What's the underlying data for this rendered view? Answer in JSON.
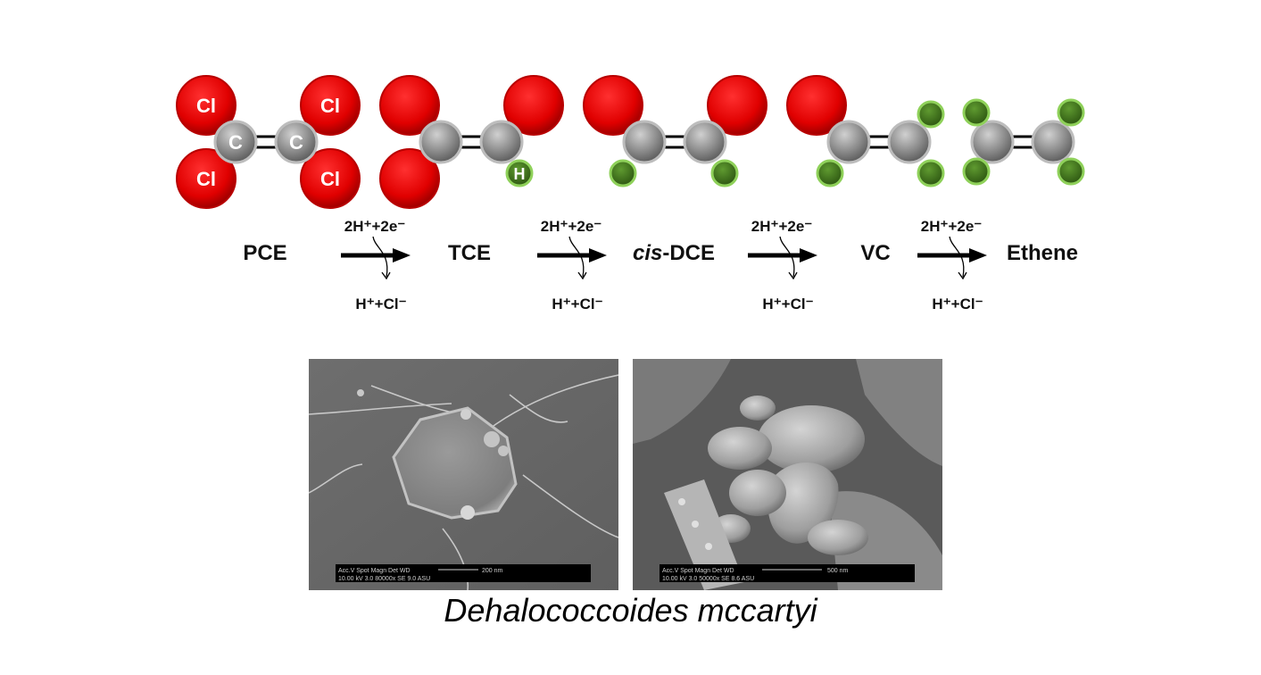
{
  "compounds": [
    {
      "id": "pce",
      "label": "PCE"
    },
    {
      "id": "tce",
      "label": "TCE"
    },
    {
      "id": "cis-dce",
      "prefix": "cis",
      "label": "-DCE"
    },
    {
      "id": "vc",
      "label": "VC"
    },
    {
      "id": "ethene",
      "label": "Ethene"
    }
  ],
  "reaction_steps": [
    {
      "input": "2H⁺+2e⁻",
      "output": "H⁺+Cl⁻"
    },
    {
      "input": "2H⁺+2e⁻",
      "output": "H⁺+Cl⁻"
    },
    {
      "input": "2H⁺+2e⁻",
      "output": "H⁺+Cl⁻"
    },
    {
      "input": "2H⁺+2e⁻",
      "output": "H⁺+Cl⁻"
    }
  ],
  "atom_labels": {
    "chlorine": "Cl",
    "carbon": "C",
    "hydrogen": "H"
  },
  "colors": {
    "chlorine": "#e00000",
    "carbon": "#8a8a8a",
    "hydrogen": "#3c6e1e",
    "hydrogen_ring": "#8fd15a"
  },
  "micrographs": [
    {
      "info_header": "Acc.V   Spot  Magn   Det  WD",
      "info_values": "10.00 kV  3.0   80000x  SE  9.0   ASU",
      "scale_label": "200 nm"
    },
    {
      "info_header": "Acc.V   Spot  Magn   Det  WD",
      "info_values": "10.00 kV  3.0   50000x  SE  8.6   ASU",
      "scale_label": "500 nm"
    }
  ],
  "caption": "Dehalococcoides mccartyi"
}
